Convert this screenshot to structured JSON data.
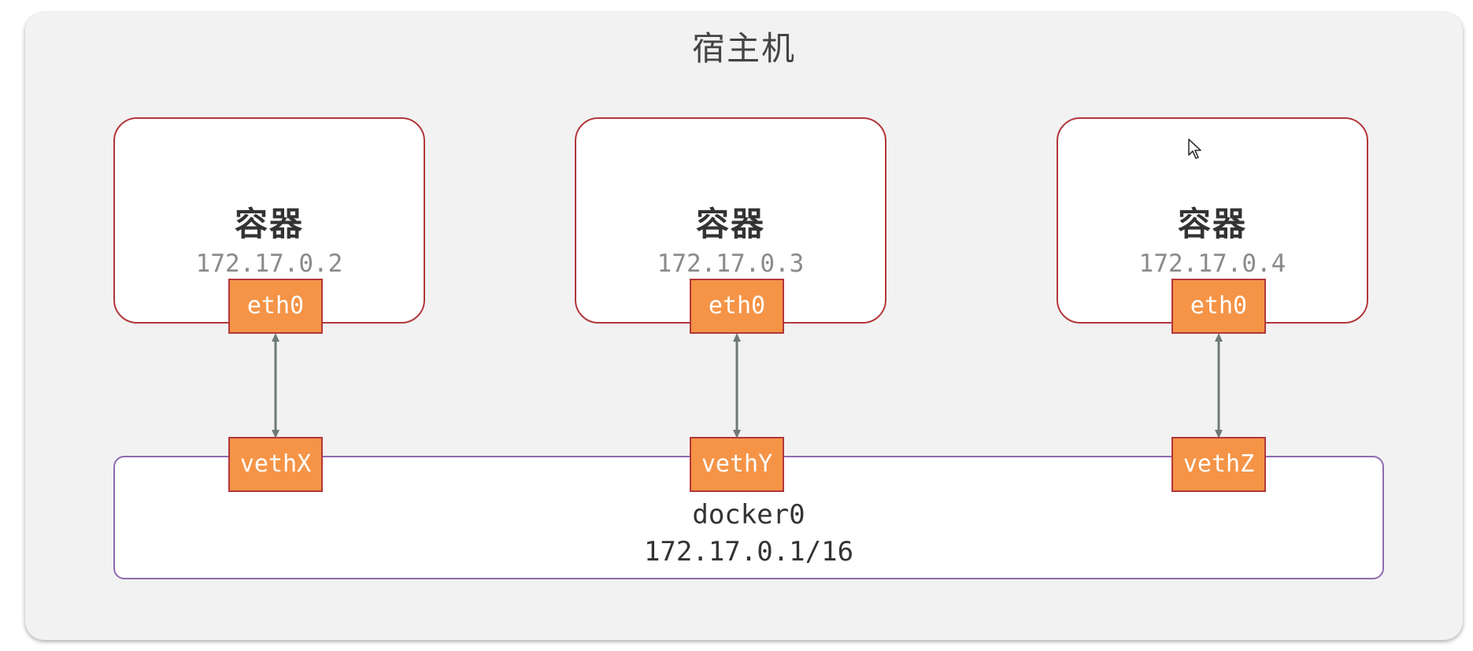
{
  "host": {
    "title": "宿主机"
  },
  "containers": [
    {
      "name": "容器",
      "ip": "172.17.0.2",
      "interface": "eth0"
    },
    {
      "name": "容器",
      "ip": "172.17.0.3",
      "interface": "eth0"
    },
    {
      "name": "容器",
      "ip": "172.17.0.4",
      "interface": "eth0"
    }
  ],
  "bridge": {
    "name": "docker0",
    "ip": "172.17.0.1/16",
    "veths": [
      "vethX",
      "vethY",
      "vethZ"
    ]
  },
  "colors": {
    "host_bg": "#f2f2f2",
    "container_border": "#b2373a",
    "bridge_border": "#8e6bb0",
    "interface_fill": "#f59447",
    "link_color": "#6f7a76"
  },
  "icons": {
    "cursor": "mouse-pointer-icon"
  }
}
